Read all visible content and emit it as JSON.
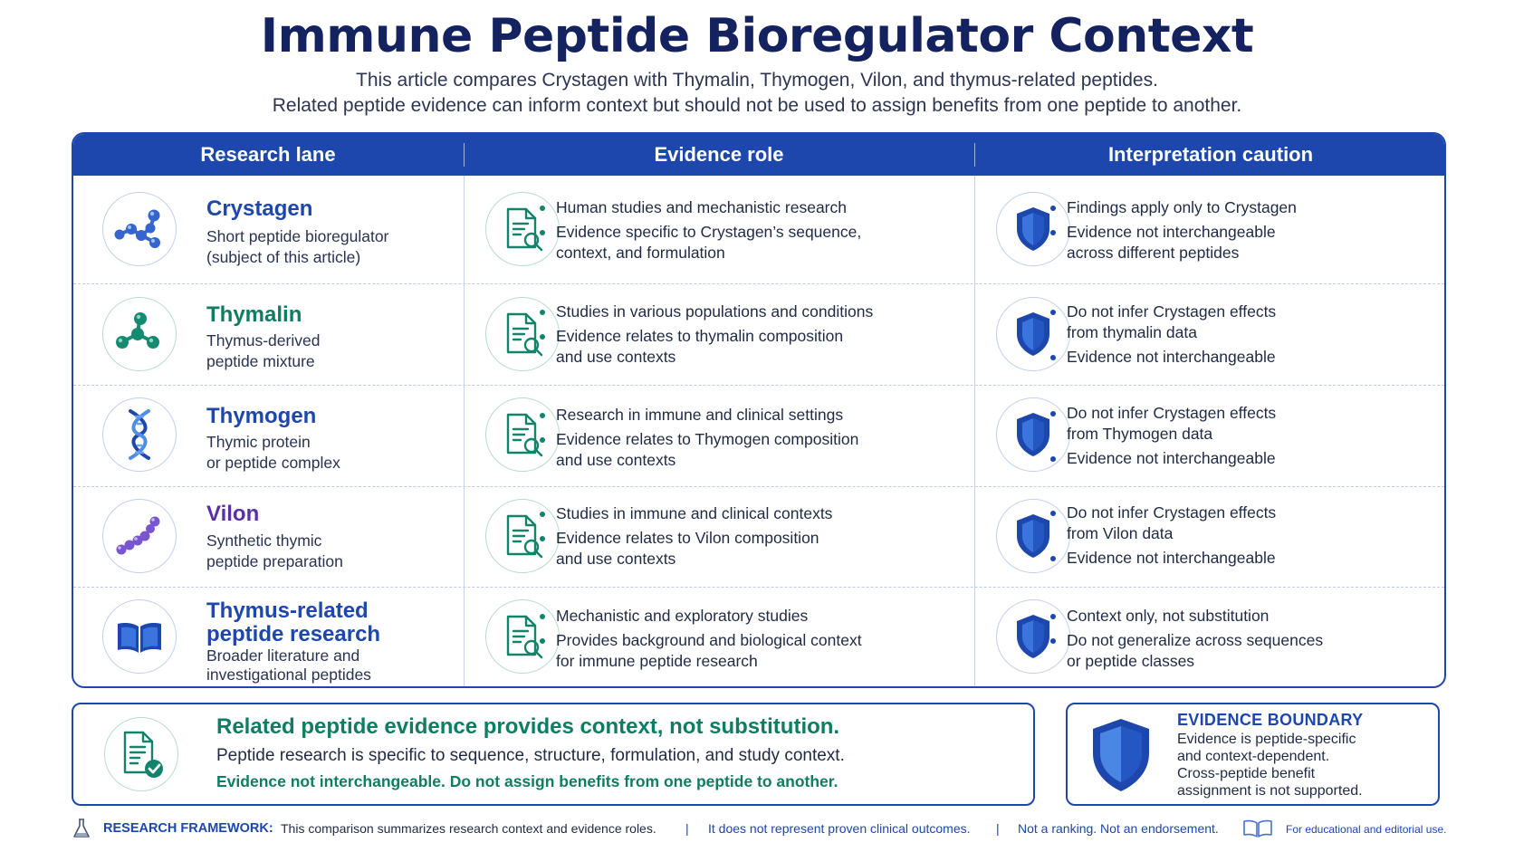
{
  "header": {
    "title": "Immune Peptide Bioregulator Context",
    "subtitle_line1": "This article compares Crystagen with Thymalin, Thymogen, Vilon, and thymus-related peptides.",
    "subtitle_line2": "Related peptide evidence can inform context but should not be used to assign benefits from one peptide to another."
  },
  "table": {
    "columns": [
      "Research lane",
      "Evidence role",
      "Interpretation caution"
    ],
    "rows": [
      {
        "name": "Crystagen",
        "name_color": "#1d47ad",
        "icon": "molecule-blue-icon",
        "description": "Short peptide bioregulator\n(subject of this article)",
        "evidence": [
          "Human studies and mechanistic research",
          "Evidence specific to Crystagen’s sequence,\ncontext, and formulation"
        ],
        "caution": [
          "Findings apply only to Crystagen",
          "Evidence not interchangeable\nacross different peptides"
        ]
      },
      {
        "name": "Thymalin",
        "name_color": "#0f7d63",
        "icon": "molecule-green-icon",
        "description": "Thymus-derived\npeptide mixture",
        "evidence": [
          "Studies in various populations and conditions",
          "Evidence relates to thymalin composition\nand use contexts"
        ],
        "caution": [
          "Do not infer Crystagen effects\nfrom thymalin data",
          "Evidence not interchangeable"
        ]
      },
      {
        "name": "Thymogen",
        "name_color": "#1d47ad",
        "icon": "dna-icon",
        "description": "Thymic protein\nor peptide complex",
        "evidence": [
          "Research in immune and clinical settings",
          "Evidence relates to Thymogen composition\nand use contexts"
        ],
        "caution": [
          "Do not infer Crystagen effects\nfrom Thymogen data",
          "Evidence not interchangeable"
        ]
      },
      {
        "name": "Vilon",
        "name_color": "#5b2fa8",
        "icon": "peptide-chain-icon",
        "description": "Synthetic thymic\npeptide preparation",
        "evidence": [
          "Studies in immune and clinical contexts",
          "Evidence relates to Vilon composition\nand use contexts"
        ],
        "caution": [
          "Do not infer Crystagen effects\nfrom Vilon data",
          "Evidence not interchangeable"
        ]
      },
      {
        "name": "Thymus-related\npeptide research",
        "name_color": "#1d47ad",
        "icon": "open-book-icon",
        "description": "Broader literature and\ninvestigational peptides",
        "evidence": [
          "Mechanistic and exploratory studies",
          "Provides background and biological context\nfor immune peptide research"
        ],
        "caution": [
          "Context only, not substitution",
          "Do not generalize across sequences\nor peptide classes"
        ]
      }
    ]
  },
  "summary": {
    "title": "Related peptide evidence provides context, not substitution.",
    "text": "Peptide research is specific to sequence, structure, formulation, and study context.",
    "strong": "Evidence not interchangeable. Do not assign benefits from one peptide to another."
  },
  "boundary": {
    "title": "EVIDENCE BOUNDARY",
    "text": "Evidence is peptide-specific\nand context-dependent.\nCross-peptide benefit\nassignment is not supported."
  },
  "footer": {
    "label": "RESEARCH FRAMEWORK:",
    "part1": "This comparison summarizes research context and evidence roles.",
    "sep": "|",
    "part2": "It does not represent proven clinical outcomes.",
    "part3": "Not a ranking. Not an endorsement.",
    "part4": "For educational and editorial use."
  },
  "colors": {
    "brand_blue": "#1d47ad",
    "title_navy": "#14235f",
    "accent_green": "#0f7d63",
    "accent_purple": "#5b2fa8"
  }
}
